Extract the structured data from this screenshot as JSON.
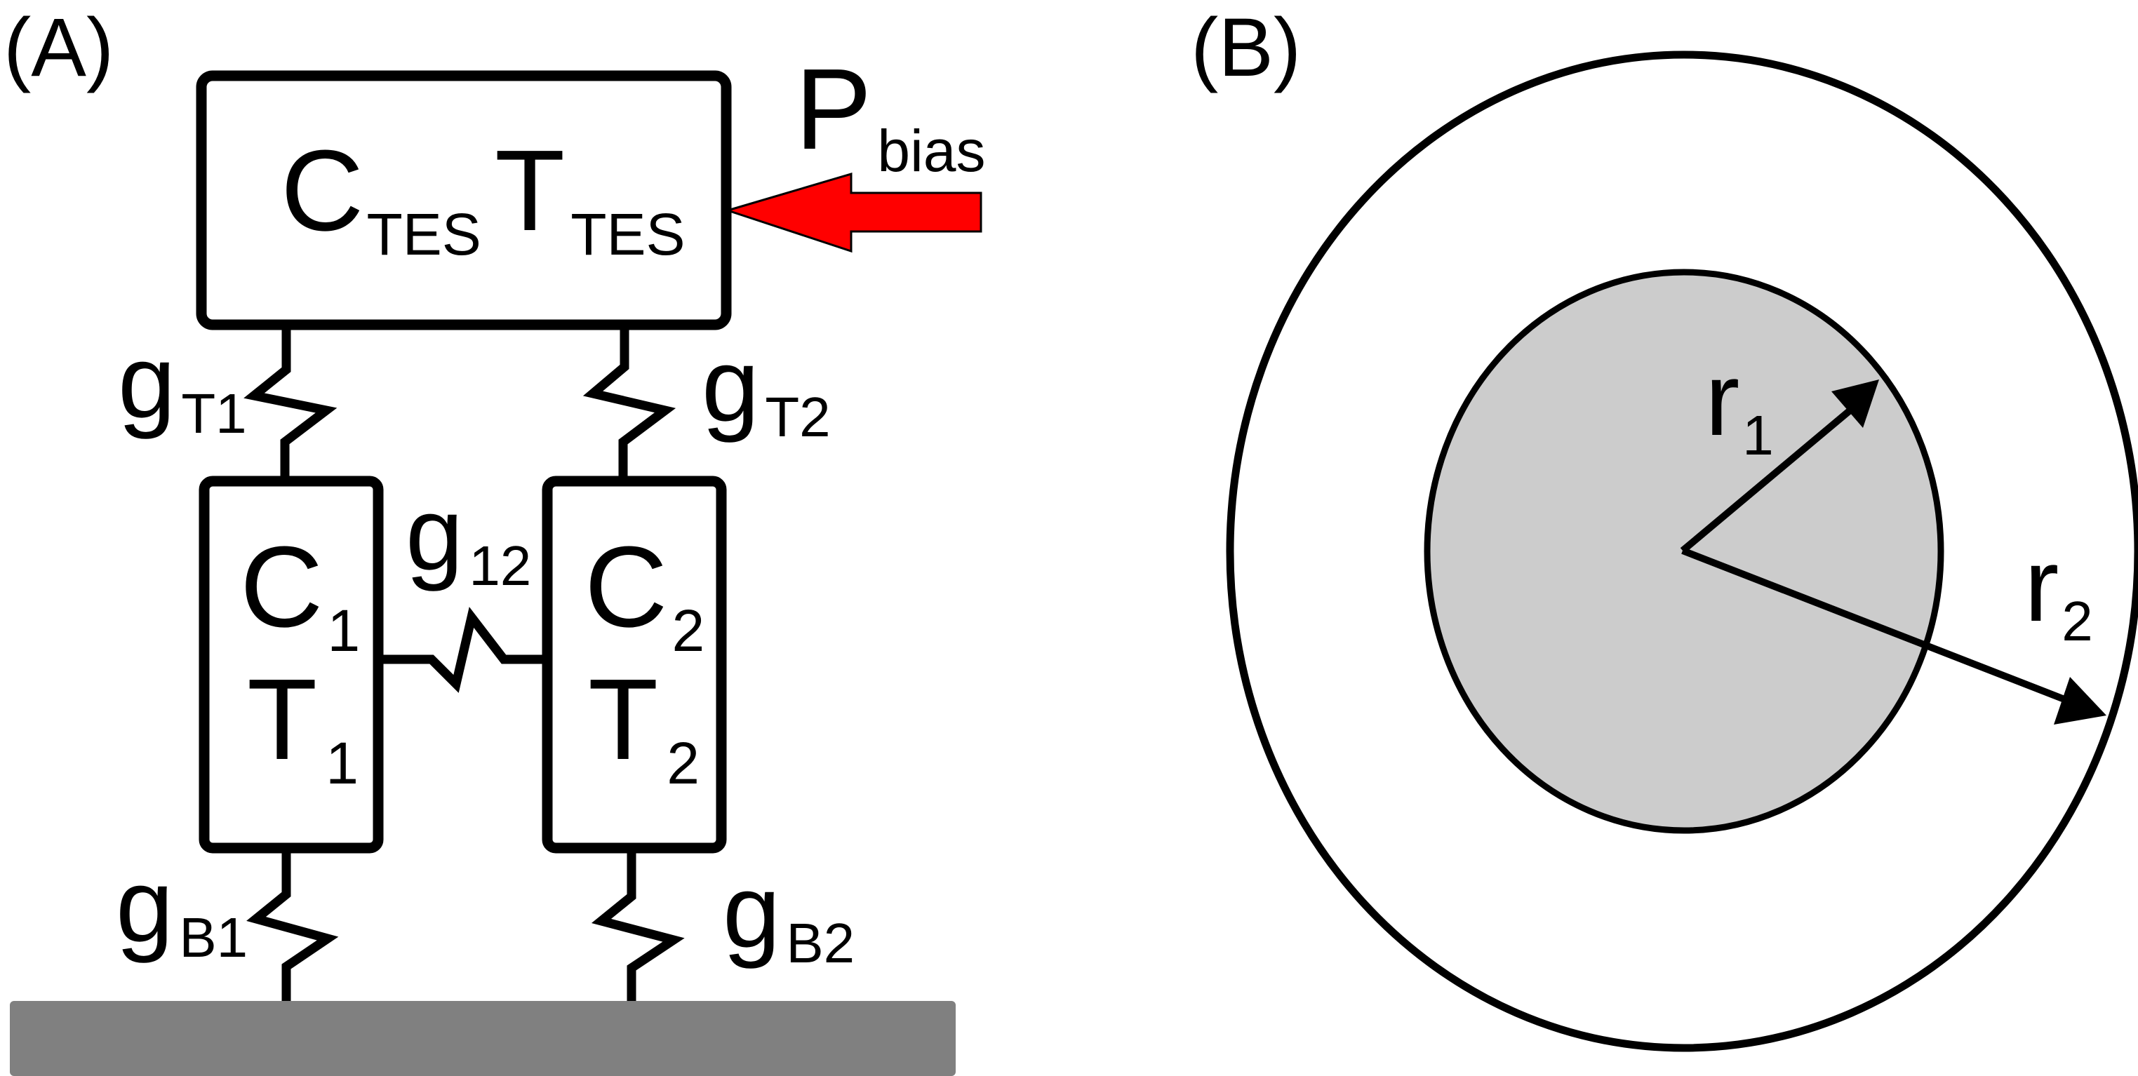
{
  "panels": {
    "a": {
      "label": "(A)"
    },
    "b": {
      "label": "(B)"
    }
  },
  "tes_block": {
    "c_symbol": "C",
    "c_subscript": "TES",
    "t_symbol": "T",
    "t_subscript": "TES"
  },
  "bias": {
    "symbol": "P",
    "subscript": "bias"
  },
  "body_1": {
    "c_symbol": "C",
    "c_subscript": "1",
    "t_symbol": "T",
    "t_subscript": "1"
  },
  "body_2": {
    "c_symbol": "C",
    "c_subscript": "2",
    "t_symbol": "T",
    "t_subscript": "2"
  },
  "links": {
    "gT1": {
      "symbol": "g",
      "subscript": "T1"
    },
    "gT2": {
      "symbol": "g",
      "subscript": "T2"
    },
    "g12": {
      "symbol": "g",
      "subscript": "12"
    },
    "gB1": {
      "symbol": "g",
      "subscript": "B1"
    },
    "gB2": {
      "symbol": "g",
      "subscript": "B2"
    }
  },
  "geometry": {
    "r1": {
      "symbol": "r",
      "subscript": "1"
    },
    "r2": {
      "symbol": "r",
      "subscript": "2"
    }
  },
  "colors": {
    "stroke": "#000000",
    "bias_arrow": "#ff0000",
    "bath": "#808080",
    "inner_disc": "#cccccc",
    "background": "#ffffff"
  }
}
